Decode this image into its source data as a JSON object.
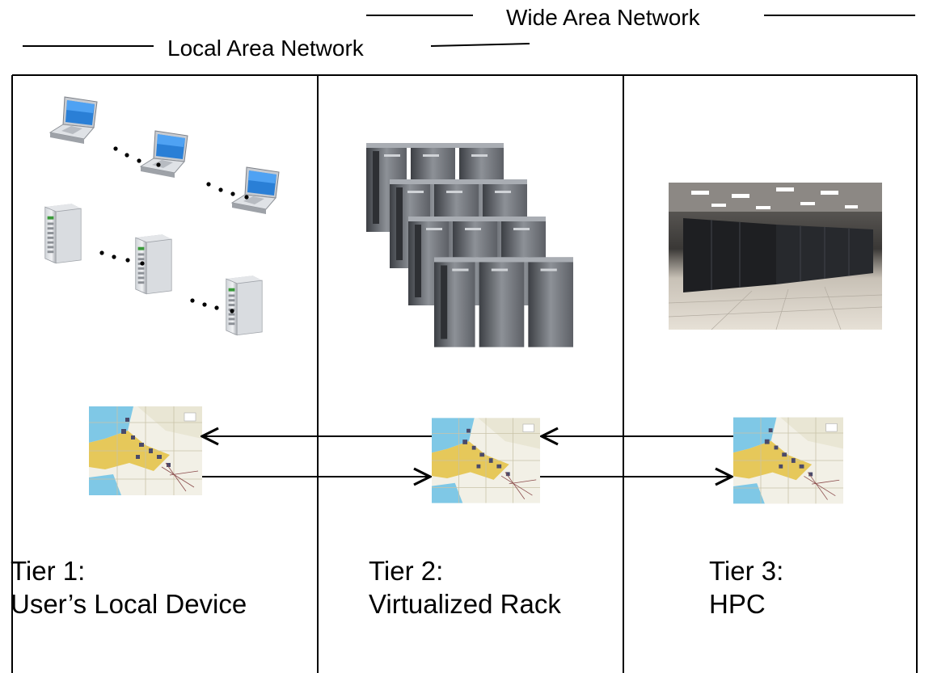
{
  "network": {
    "wan_label": "Wide Area Network",
    "lan_label": "Local Area Network"
  },
  "tiers": [
    {
      "line1": "Tier 1:",
      "line2": "User’s Local Device"
    },
    {
      "line1": "Tier 2:",
      "line2": "Virtualized Rack"
    },
    {
      "line1": "Tier 3:",
      "line2": "HPC"
    }
  ],
  "colors": {
    "line": "#000000",
    "server_dark": "#4a4d52",
    "server_light": "#9a9ea3",
    "hpc_floor": "#d8d2c8",
    "hpc_rack": "#1e1f22",
    "map_yellow": "#e6c85a",
    "map_blue": "#7fc8e6",
    "map_bg": "#f2f0e6"
  },
  "icons": {
    "laptop": "laptop-icon",
    "tower": "tower-server-icon",
    "rack": "rack-server-icon",
    "hpc": "supercomputer-photo",
    "map": "map-thumbnail-icon"
  }
}
